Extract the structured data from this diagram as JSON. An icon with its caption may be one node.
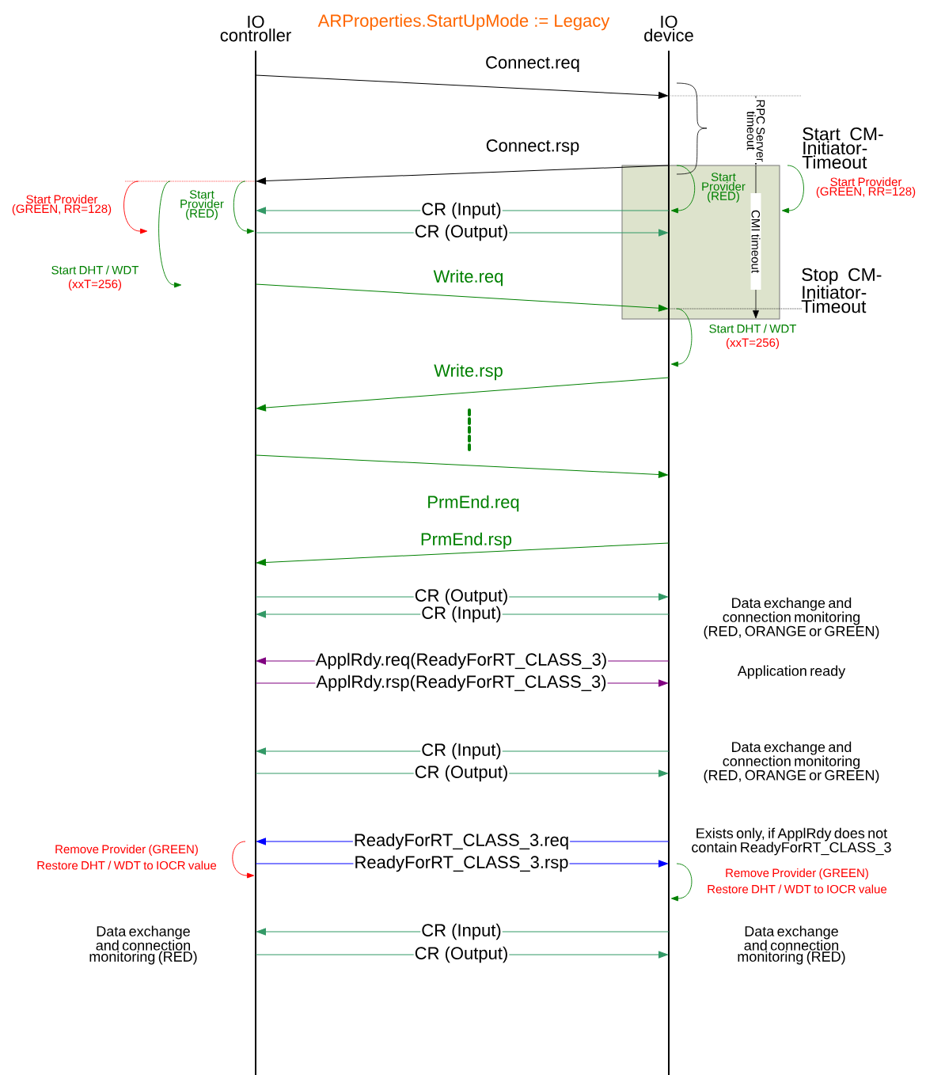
{
  "diagram": {
    "title": "ARProperties.StartUpMode := Legacy",
    "nodes": [
      {
        "text": [
          "IO controller"
        ]
      },
      {
        "text": [
          "IO device"
        ]
      }
    ],
    "edges": [
      {
        "from": 0,
        "to": 1,
        "arrow": "to",
        "label": "Connect.req",
        "color": "#000000"
      },
      {
        "from": 1,
        "to": 0,
        "arrow": "to",
        "label": "Connect.rsp",
        "color": "#000000"
      },
      {
        "from": 1,
        "to": 0,
        "arrow": "to",
        "label": "CR (Input)"
      },
      {
        "from": 0,
        "to": 1,
        "arrow": "to",
        "label": "CR (Output)"
      },
      {
        "from": 0,
        "to": 1,
        "arrow": "to",
        "label": "Write.req",
        "color": "#008000"
      },
      {
        "from": 1,
        "to": 0,
        "arrow": "to",
        "label": "Write.rsp",
        "color": "#008000"
      },
      {
        "from": 0,
        "to": 1,
        "arrow": "to",
        "label": "PrmEnd.req",
        "color": "#008000"
      },
      {
        "from": 1,
        "to": 0,
        "arrow": "to",
        "label": "PrmEnd.rsp",
        "color": "#008000"
      },
      {
        "from": 0,
        "to": 1,
        "arrow": "to",
        "label": "CR (Output)"
      },
      {
        "from": 1,
        "to": 0,
        "arrow": "to",
        "label": "CR (Input)"
      },
      {
        "from": 1,
        "to": 0,
        "arrow": "to",
        "label": "ApplRdy.req(ReadyForRT_CLASS_3)",
        "color": "#800080"
      },
      {
        "from": 0,
        "to": 1,
        "arrow": "to",
        "label": "ApplRdy.rsp(ReadyForRT_CLASS_3)",
        "color": "#800080"
      },
      {
        "from": 1,
        "to": 0,
        "arrow": "to",
        "label": "CR (Input)"
      },
      {
        "from": 0,
        "to": 1,
        "arrow": "to",
        "label": "CR (Output)"
      },
      {
        "from": 1,
        "to": 0,
        "arrow": "to",
        "label": "ReadyForRT_CLASS_3.req",
        "color": "#0000ff"
      },
      {
        "from": 0,
        "to": 1,
        "arrow": "to",
        "label": "ReadyForRT_CLASS_3.rsp",
        "color": "#0000ff"
      },
      {
        "from": 1,
        "to": 0,
        "arrow": "to",
        "label": "CR (Input)"
      },
      {
        "from": 0,
        "to": 1,
        "arrow": "to",
        "label": "CR (Output)"
      }
    ],
    "labels": [
      "RPC Server timeout",
      "Start CM-Initiator-Timeout",
      "Start Provider (GREEN, RR=128)",
      "Start Provider (RED)",
      "Start Provider (RED)",
      "Start Provider (GREEN, RR=128)",
      "CMI timeout",
      "Start DHT / WDT",
      "(xxT=256)",
      "Stop CM-Initiator-Timeout",
      "Start DHT / WDT",
      "(xxT=256)",
      "Data exchange and connection monitoring (RED, ORANGE or GREEN)",
      "Application ready",
      "Data exchange and connection monitoring (RED, ORANGE or GREEN)",
      "Exists only, if ApplRdy does not contain ReadyForRT_CLASS_3",
      "Remove Provider (GREEN)",
      "Restore DHT / WDT to IOCR value",
      "Remove Provider (GREEN)",
      "Restore DHT / WDT to IOCR value",
      "Data exchange and connection monitoring (RED)",
      "Data exchange and connection monitoring (RED)"
    ]
  }
}
